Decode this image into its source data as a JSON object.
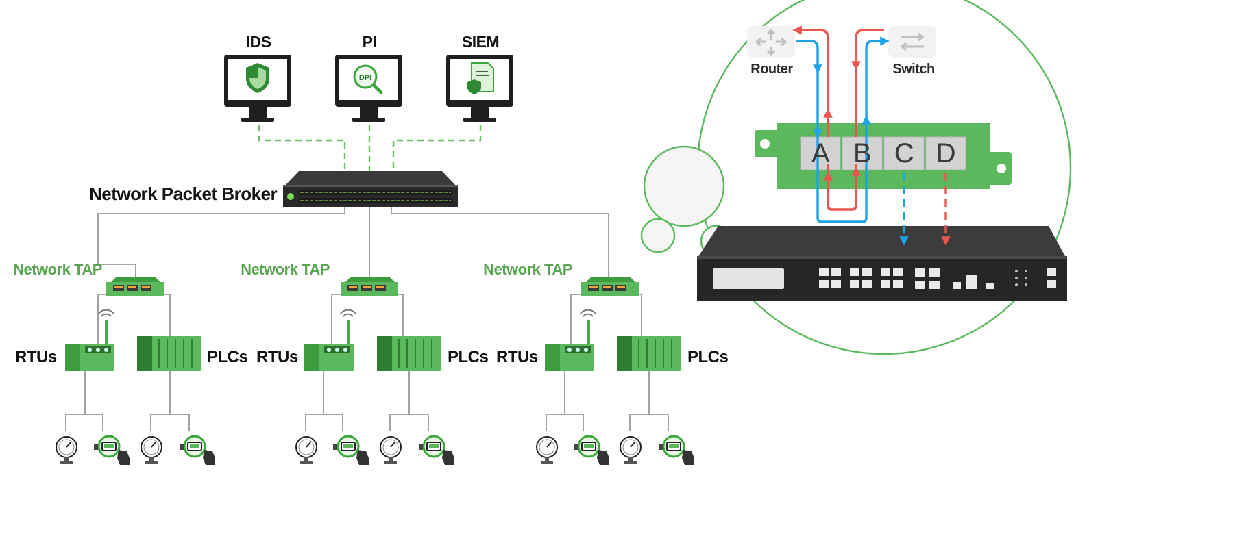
{
  "monitoring_tools": [
    {
      "label": "IDS",
      "screen_text": ""
    },
    {
      "label": "PI",
      "screen_text": "DPI"
    },
    {
      "label": "SIEM",
      "screen_text": ""
    }
  ],
  "packet_broker": {
    "label": "Network Packet Broker"
  },
  "taps": [
    {
      "label": "Network TAP"
    },
    {
      "label": "Network TAP"
    },
    {
      "label": "Network TAP"
    }
  ],
  "field_devices": {
    "rtu_label": "RTUs",
    "plc_label": "PLCs"
  },
  "tap_detail": {
    "router_label": "Router",
    "switch_label": "Switch",
    "ports": [
      "A",
      "B",
      "C",
      "D"
    ]
  },
  "colors": {
    "green": "#5cb85c",
    "dark_green": "#2f7d32",
    "red": "#e8564f",
    "blue": "#1ea3e6",
    "appliance": "#2a2a2a"
  }
}
